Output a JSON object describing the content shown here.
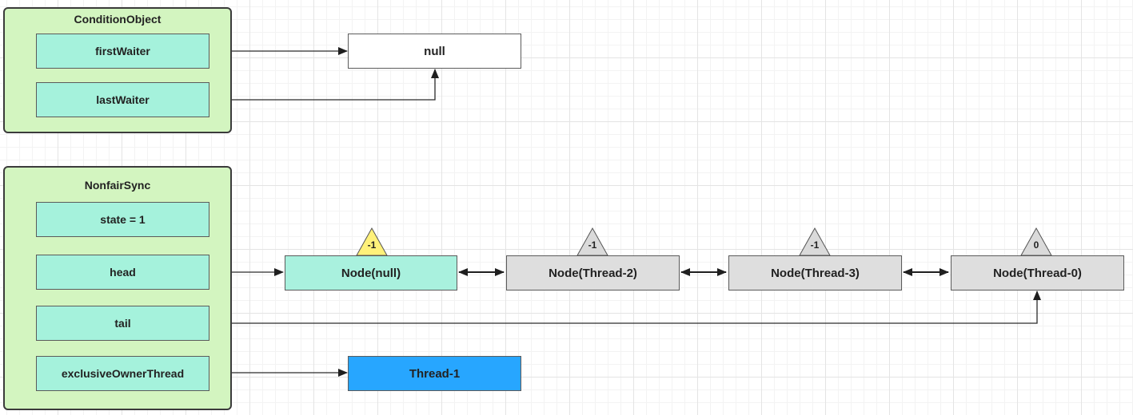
{
  "colors": {
    "group_fill": "#d3f5c0",
    "field_fill": "#a5f2dc",
    "node_head_fill": "#a9f1de",
    "node_fill": "#dedede",
    "thread_fill": "#27a6ff",
    "badge_yellow": "#fff17a",
    "badge_grey": "#dadada"
  },
  "condition_object": {
    "title": "ConditionObject",
    "fields": {
      "first_waiter": "firstWaiter",
      "last_waiter": "lastWaiter"
    }
  },
  "null_box": {
    "label": "null"
  },
  "nonfair_sync": {
    "title": "NonfairSync",
    "fields": {
      "state": "state = 1",
      "head": "head",
      "tail": "tail",
      "exclusive_owner_thread": "exclusiveOwnerThread"
    }
  },
  "queue": {
    "nodes": [
      {
        "label": "Node(null)",
        "wait_status": "-1"
      },
      {
        "label": "Node(Thread-2)",
        "wait_status": "-1"
      },
      {
        "label": "Node(Thread-3)",
        "wait_status": "-1"
      },
      {
        "label": "Node(Thread-0)",
        "wait_status": "0"
      }
    ]
  },
  "owner_thread": {
    "label": "Thread-1"
  }
}
